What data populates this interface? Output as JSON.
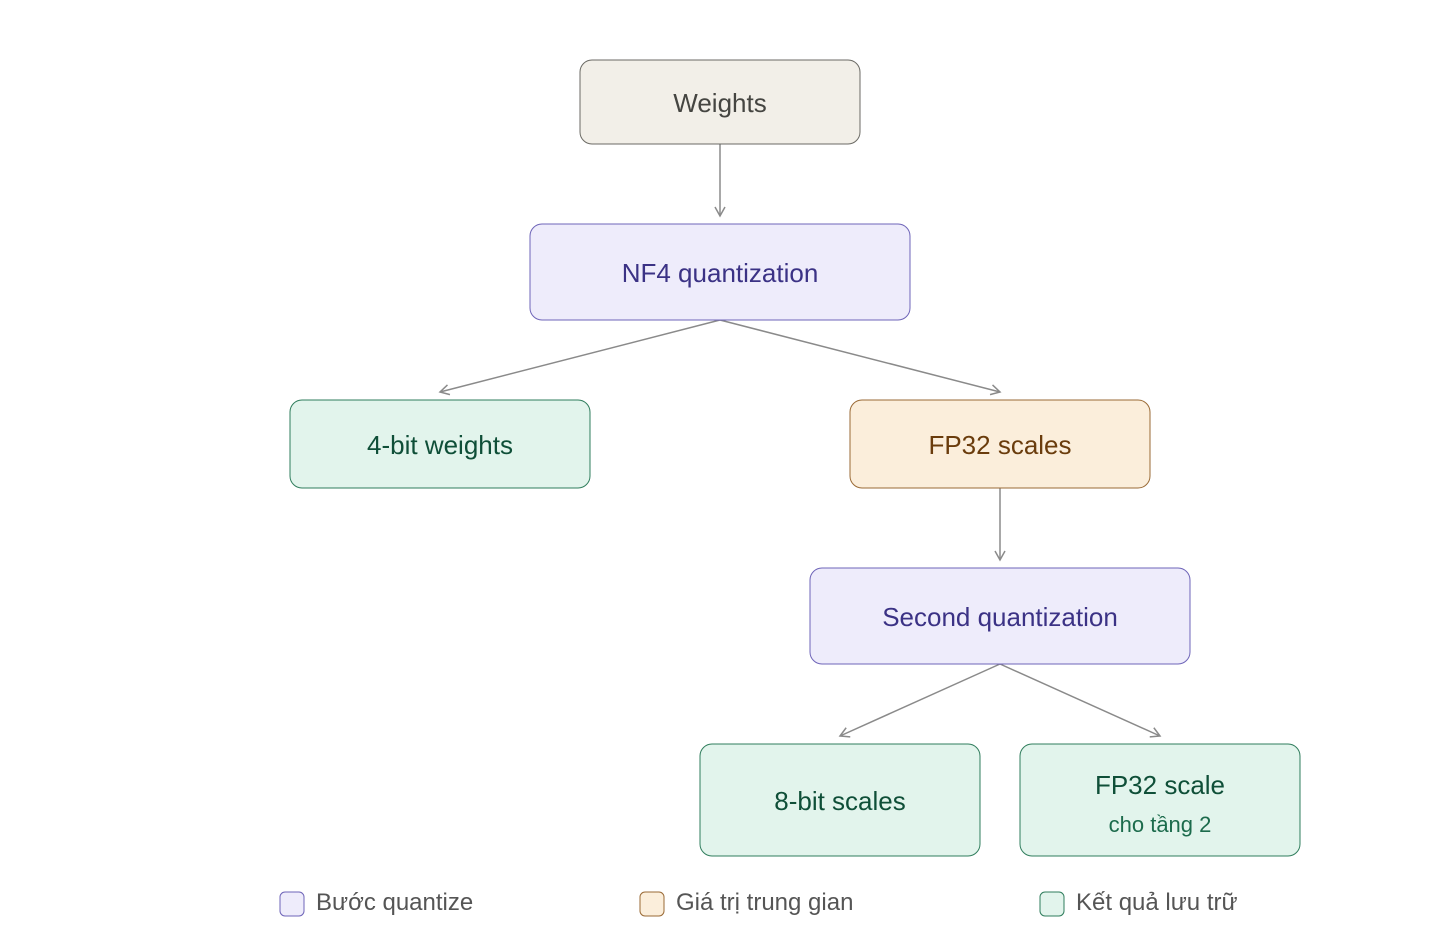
{
  "colors": {
    "edge": "#8a8a8a",
    "neutral": {
      "fill": "#f2efe8",
      "stroke": "#6b6a64",
      "text": "#454541"
    },
    "step": {
      "fill": "#eeecfb",
      "stroke": "#6e64b8",
      "text": "#3b3285"
    },
    "intermediate": {
      "fill": "#fbeedb",
      "stroke": "#9a6a35",
      "text": "#6a3c0c"
    },
    "result": {
      "fill": "#e2f4ec",
      "stroke": "#2f7d5c",
      "text": "#0f4f38",
      "subtext": "#1c6b4c"
    },
    "legend_text": "#555555"
  },
  "nodes": {
    "weights": {
      "label": "Weights",
      "kind": "neutral"
    },
    "nf4": {
      "label": "NF4 quantization",
      "kind": "step"
    },
    "weights4bit": {
      "label": "4-bit weights",
      "kind": "result"
    },
    "fp32scales": {
      "label": "FP32 scales",
      "kind": "intermediate"
    },
    "second": {
      "label": "Second quantization",
      "kind": "step"
    },
    "scales8bit": {
      "label": "8-bit scales",
      "kind": "result"
    },
    "fp32scale2": {
      "label": "FP32 scale",
      "sublabel": "cho tầng 2",
      "kind": "result"
    }
  },
  "edges": [
    {
      "from": "weights",
      "to": "nf4"
    },
    {
      "from": "nf4",
      "to": "weights4bit"
    },
    {
      "from": "nf4",
      "to": "fp32scales"
    },
    {
      "from": "fp32scales",
      "to": "second"
    },
    {
      "from": "second",
      "to": "scales8bit"
    },
    {
      "from": "second",
      "to": "fp32scale2"
    }
  ],
  "legend": [
    {
      "kind": "step",
      "label": "Bước quantize"
    },
    {
      "kind": "intermediate",
      "label": "Giá trị trung gian"
    },
    {
      "kind": "result",
      "label": "Kết quả lưu trữ"
    }
  ]
}
